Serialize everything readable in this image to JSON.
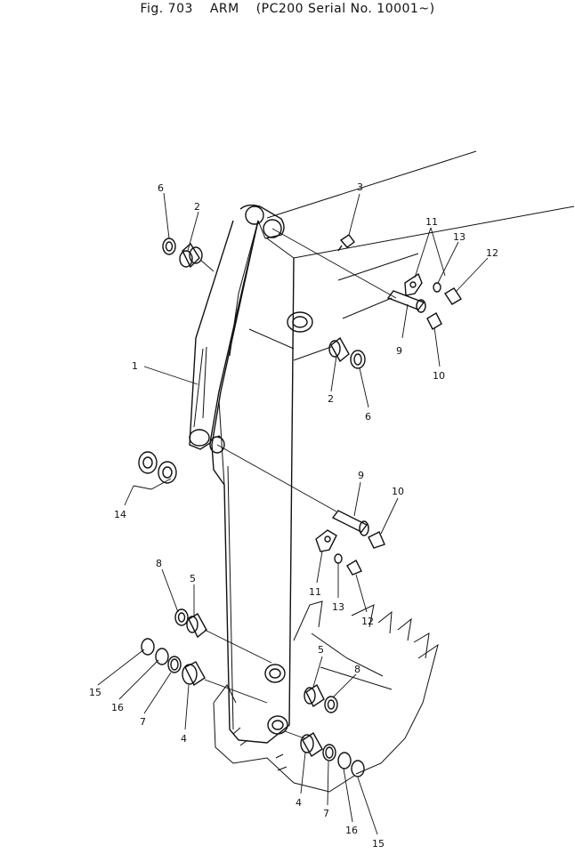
{
  "header": {
    "fig": "Fig. 703",
    "name": "ARM",
    "serial": "(PC200 Serial No. 10001~)"
  },
  "callouts": {
    "c1": "1",
    "c2a": "2",
    "c2b": "2",
    "c3": "3",
    "c4a": "4",
    "c4b": "4",
    "c5a": "5",
    "c5b": "5",
    "c6a": "6",
    "c6b": "6",
    "c7a": "7",
    "c7b": "7",
    "c8a": "8",
    "c8b": "8",
    "c9a": "9",
    "c9b": "9",
    "c10a": "10",
    "c10b": "10",
    "c11a": "11",
    "c11b": "11",
    "c12a": "12",
    "c12b": "12",
    "c13a": "13",
    "c13b": "13",
    "c14": "14",
    "c15a": "15",
    "c15b": "15",
    "c16a": "16",
    "c16b": "16"
  }
}
